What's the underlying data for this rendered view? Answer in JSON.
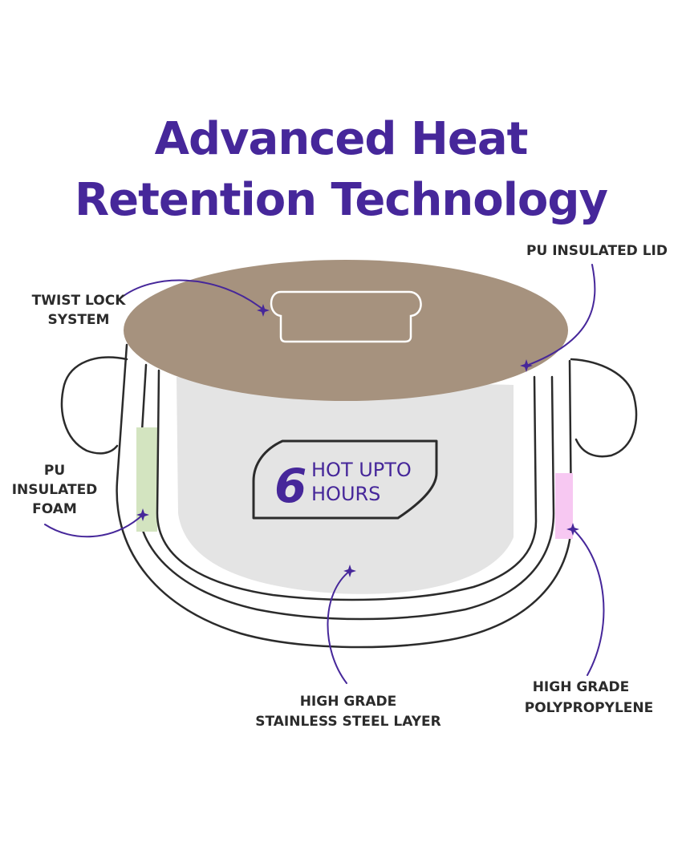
{
  "title": {
    "line1": "Advanced Heat",
    "line2": "Retention Technology"
  },
  "badge": {
    "number": "6",
    "line1": "HOT UPTO",
    "line2": "HOURS"
  },
  "callouts": {
    "lid": {
      "line1": "PU INSULATED LID"
    },
    "lock": {
      "line1": "TWIST LOCK",
      "line2": "SYSTEM"
    },
    "foam": {
      "line1": "PU",
      "line2": "INSULATED",
      "line3": "FOAM"
    },
    "steel": {
      "line1": "HIGH GRADE",
      "line2": "STAINLESS STEEL LAYER"
    },
    "polypropylene": {
      "line1": "HIGH GRADE",
      "line2": "POLYPROPYLENE"
    }
  },
  "colors": {
    "accent": "#46279a",
    "lid": "#a6927e",
    "inner": "#e4e4e4",
    "foam": "#d3e4c0",
    "polypropylene": "#f7c8f2",
    "outline": "#2b2b2b"
  }
}
